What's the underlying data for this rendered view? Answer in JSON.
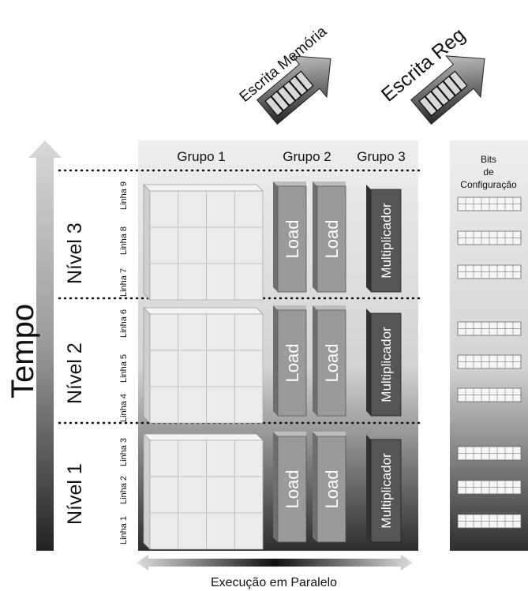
{
  "axes": {
    "time_label": "Tempo",
    "parallel_label": "Execução em Paralelo"
  },
  "arrows": {
    "memory_write": "Escrita Memória",
    "register_write": "Escrita Reg"
  },
  "groups": [
    "Grupo 1",
    "Grupo 2",
    "Grupo 3"
  ],
  "levels": [
    "Nível 1",
    "Nível 2",
    "Nível 3"
  ],
  "lines": [
    "Linha 1",
    "Linha 2",
    "Linha 3",
    "Linha 4",
    "Linha 5",
    "Linha 6",
    "Linha 7",
    "Linha 8",
    "Linha 9"
  ],
  "units": {
    "load": "Load",
    "multiplier": "Multiplicador"
  },
  "config_panel": {
    "line1": "Bits",
    "line2": "de",
    "line3": "Configuração"
  },
  "colors": {
    "panel_light": "#e8e8e8",
    "panel_dark": "#2a2a2a",
    "load_fill": "#9a9a9a",
    "multiplier_fill": "#555555",
    "grid_fill": "#ececec"
  }
}
